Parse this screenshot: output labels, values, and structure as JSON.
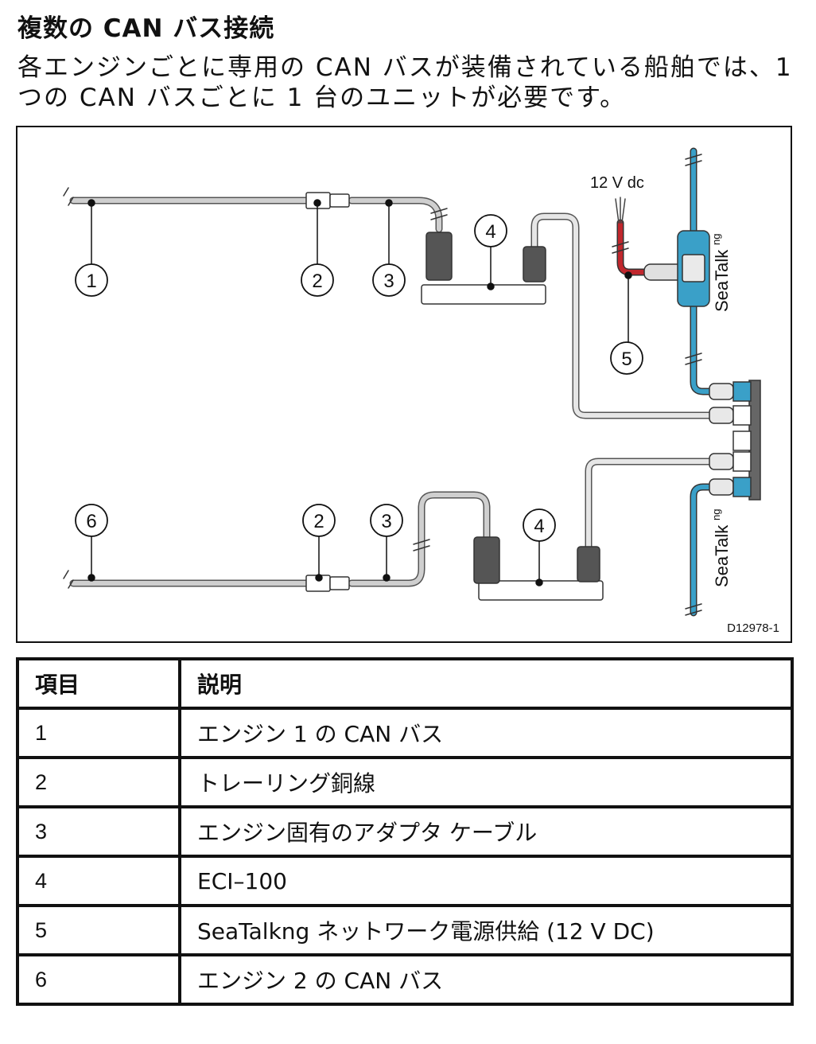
{
  "heading": "複数の CAN バス接続",
  "intro": "各エンジンごとに専用の CAN バスが装備されている船舶では、1 つの CAN バスごとに 1 台のユニットが必要です。",
  "figure": {
    "power_label": "12 V dc",
    "seatalk_label": "SeaTalk",
    "seatalk_sup": "ng",
    "callouts": [
      "1",
      "2",
      "3",
      "4",
      "5",
      "6"
    ],
    "figure_id": "D12978-1",
    "colors": {
      "seatalk_cable": "#3aa0c8",
      "power_cable": "#c0272d",
      "can_cable": "#bdbdbd"
    }
  },
  "legend": {
    "col_item": "項目",
    "col_desc": "説明",
    "rows": [
      {
        "item": "1",
        "desc": "エンジン 1 の CAN バス"
      },
      {
        "item": "2",
        "desc": "トレーリング銅線"
      },
      {
        "item": "3",
        "desc": "エンジン固有のアダプタ ケーブル"
      },
      {
        "item": "4",
        "desc": "ECI–100"
      },
      {
        "item": "5",
        "desc": "SeaTalkng ネットワーク電源供給 (12 V DC)"
      },
      {
        "item": "6",
        "desc": "エンジン 2 の CAN バス"
      }
    ]
  }
}
